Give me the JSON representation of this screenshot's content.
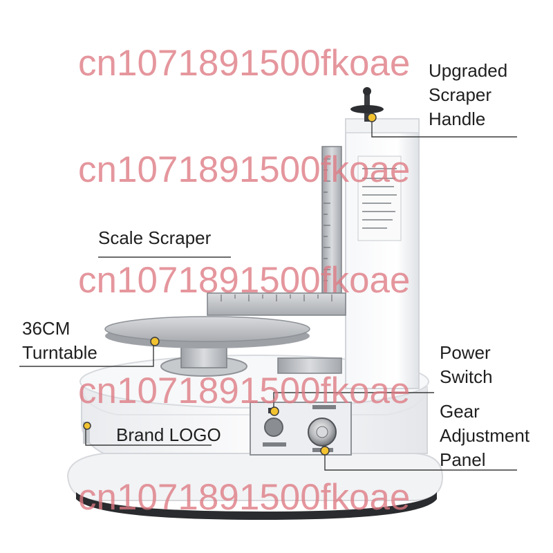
{
  "labels": {
    "handle": [
      "Upgraded",
      "Scraper",
      "Handle"
    ],
    "scale_scraper": "Scale Scraper",
    "turntable": [
      "36CM",
      "Turntable"
    ],
    "brand_logo": "Brand LOGO",
    "power_switch": [
      "Power",
      "Switch"
    ],
    "gear_panel": [
      "Gear",
      "Adjustment",
      "Panel"
    ]
  },
  "watermark": "cn1071891500fkoae",
  "colors": {
    "watermark": "#de7882",
    "callout_dot": "#f2c230",
    "label_text": "#1f1f1f",
    "machine_body": "#f4f5f7",
    "turntable_metal": "#b9bcc0"
  }
}
